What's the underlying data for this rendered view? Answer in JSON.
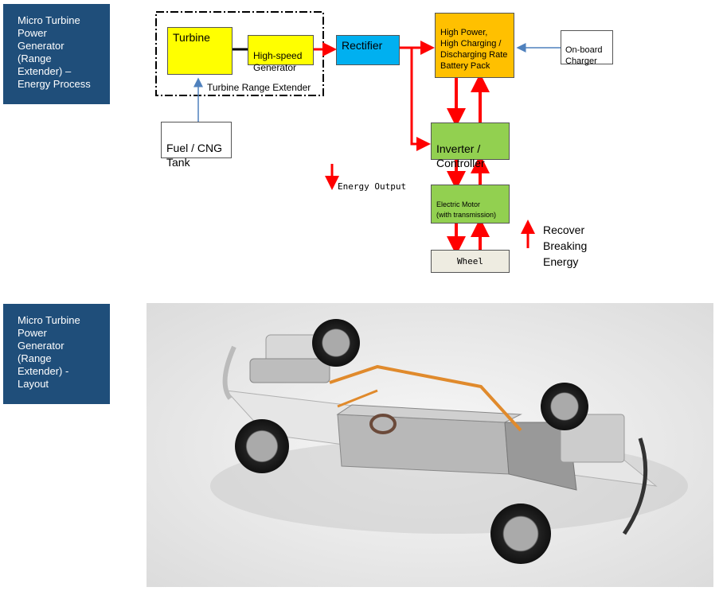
{
  "labels": {
    "process": "Micro Turbine\nPower\nGenerator\n(Range\nExtender) –\nEnergy Process",
    "layout": "Micro Turbine\nPower\nGenerator\n(Range\nExtender) -\nLayout"
  },
  "diagram": {
    "turbine": "Turbine",
    "generator": "High-speed\nGenerator",
    "range_extender": "Turbine Range Extender",
    "rectifier": "Rectifier",
    "battery": "High Power,\nHigh Charging /\nDischarging Rate\nBattery Pack",
    "charger": "On-board\nCharger",
    "fuel_tank": "Fuel / CNG\nTank",
    "inverter": "Inverter /\nController",
    "motor": "Electric Motor\n(with transmission)",
    "wheel": "Wheel",
    "energy_output": "Energy Output",
    "recover": "Recover\nBreaking\nEnergy"
  },
  "colors": {
    "label_bg": "#1f4e7a",
    "turbine": "#ffff00",
    "rectifier": "#00b0f0",
    "battery": "#ffc000",
    "inverter": "#92d050",
    "wheel": "#eeece1",
    "arrow": "#ff0000",
    "fuel_arrow": "#4f81bd"
  }
}
